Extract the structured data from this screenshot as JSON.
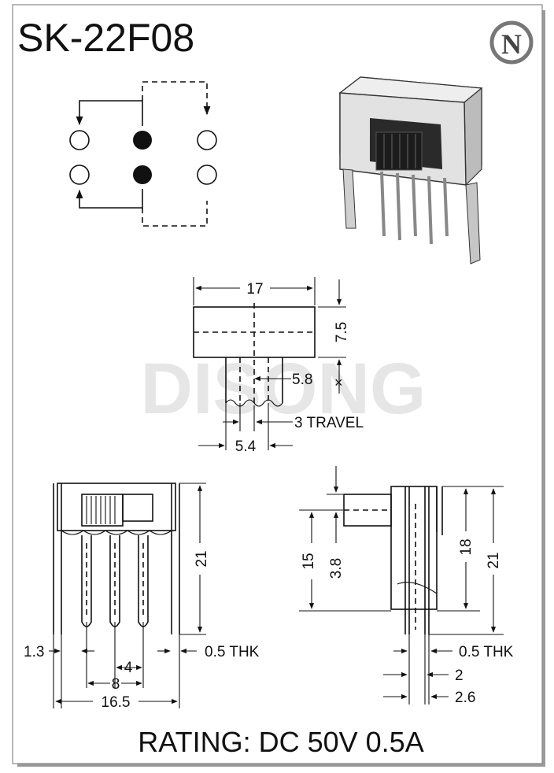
{
  "title": "SK-22F08",
  "logo_letter": "N",
  "watermark": "DISONG",
  "rating": "RATING: DC 50V 0.5A",
  "front_view": {
    "width": "17",
    "height": "7.5",
    "actuator": "5.8",
    "travel": "3 TRAVEL",
    "base": "5.4"
  },
  "side_view": {
    "height": "21",
    "edge": "1.3",
    "pitch": "4",
    "span": "8",
    "overall": "16.5",
    "thickness": "0.5 THK"
  },
  "end_view": {
    "total": "15",
    "knob": "3.8",
    "body": "18",
    "height": "21",
    "thickness": "0.5 THK",
    "pin": "2",
    "pin_outer": "2.6"
  }
}
